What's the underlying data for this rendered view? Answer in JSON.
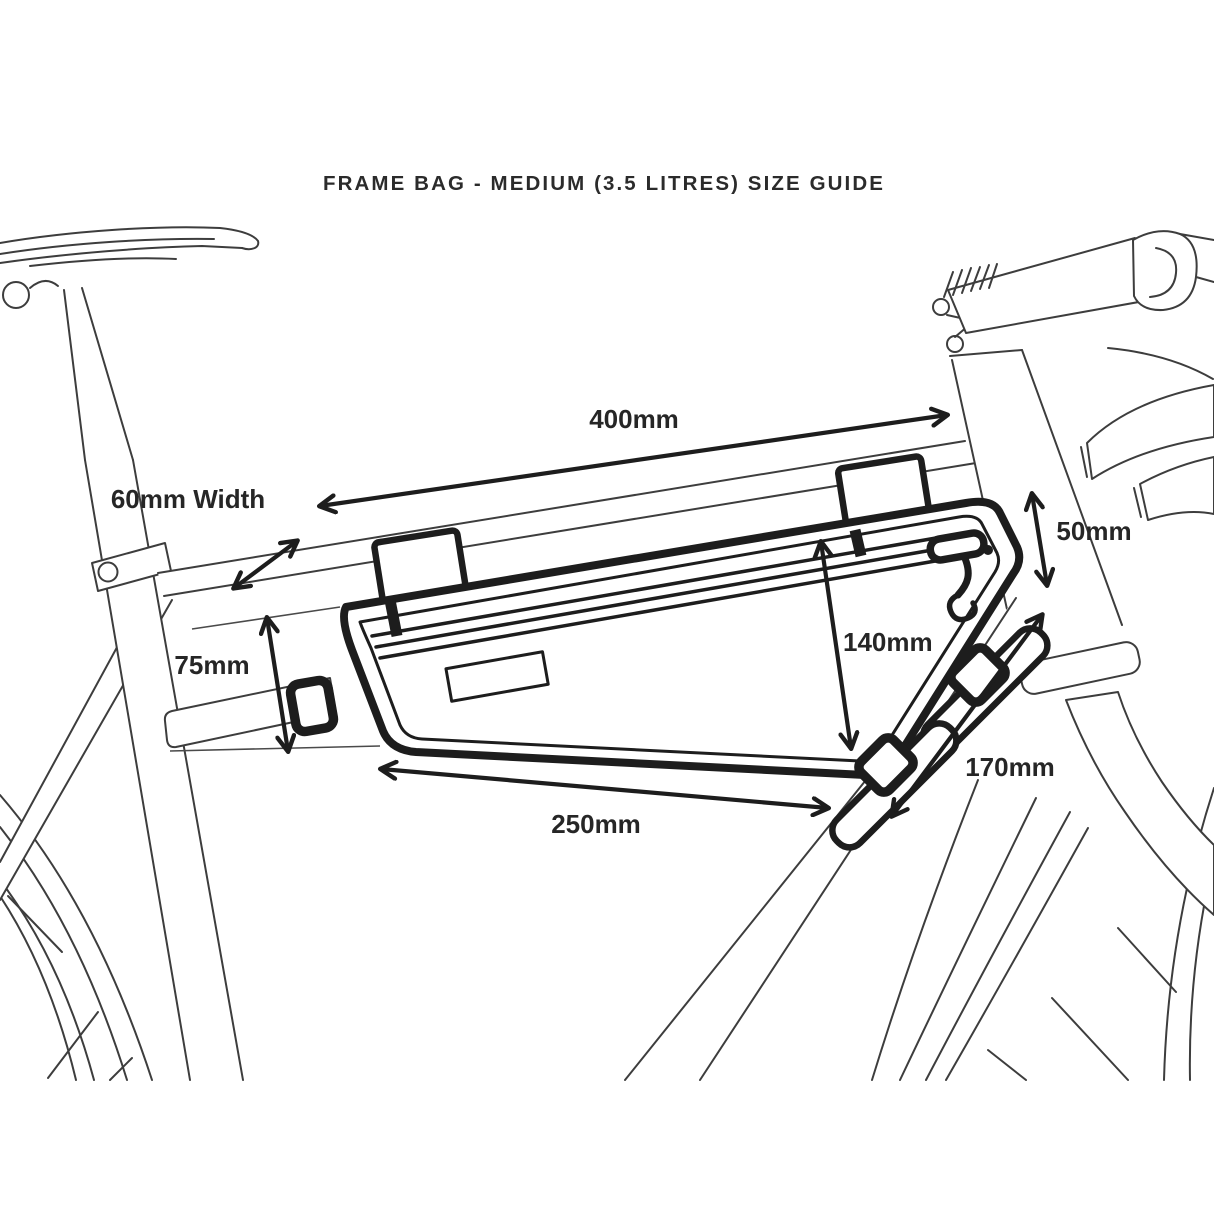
{
  "title": "FRAME BAG - MEDIUM (3.5 LITRES) SIZE GUIDE",
  "dimensions": {
    "top_length": "400mm",
    "width": "60mm Width",
    "front_height": "50mm",
    "max_height": "140mm",
    "rear_height": "75mm",
    "downtube_edge": "170mm",
    "bottom_length": "250mm"
  },
  "colors": {
    "ink": "#1d1d1d",
    "line": "#3d3d3d",
    "background": "#ffffff"
  }
}
